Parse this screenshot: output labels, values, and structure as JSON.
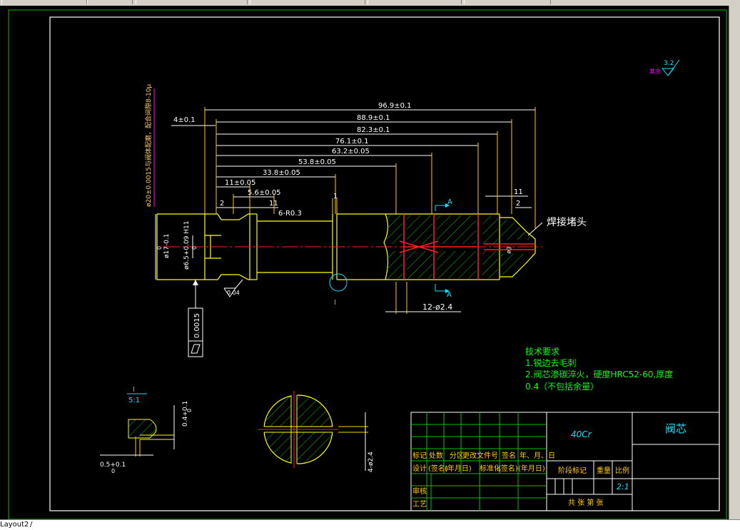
{
  "app": {
    "layout_tab": "Layout2",
    "layout_tab_sep": "/"
  },
  "title_block": {
    "part_name": "阀芯",
    "material": "40Cr",
    "scale": "2:1",
    "row_labels_1": [
      "标记",
      "处数",
      "分区",
      "更改文件号",
      "签名",
      "年、月、日"
    ],
    "row_labels_2": [
      "设计",
      "(签名)",
      "(年月日)",
      "标准化",
      "(签名)",
      "(年月日)"
    ],
    "stage_label": "阶段标记",
    "weight_label": "重量",
    "scale_label": "比例",
    "review_label": "审核",
    "process_label": "工艺",
    "sheets_label": "共  张  第  张"
  },
  "tech_requirements": {
    "title": "技术要求",
    "line1": "1.锐边去毛刺",
    "line2": "2.阀芯渗碳淬火，硬度HRC52-60,厚度",
    "line3": "0.4（不包括余量）"
  },
  "dimensions": {
    "d_969": "96.9±0.1",
    "d_889": "88.9±0.1",
    "d_823": "82.3±0.1",
    "d_761": "76.1±0.1",
    "d_632": "63.2±0.05",
    "d_538": "53.8±0.05",
    "d_338": "33.8±0.05",
    "d_11_005": "11±0.05",
    "d_56": "5.6±0.05",
    "d_11_left": "11",
    "d_11_right": "11",
    "d_2_left": "2",
    "d_2_right": "2",
    "d_1": "1",
    "d_4": "4±0.1",
    "r_note": "6-R0.3",
    "holes": "12-ø2.4",
    "weld_label": "焊接堵头",
    "flatness": "0.0015",
    "diam_note": "ø20±0.0015与阀体配磨，配合间隙8-10μ",
    "phi17": "ø17-0.1",
    "phi17_top": "0",
    "phi65": "ø6.5+0.09 H11",
    "phi65_bot": "0",
    "roughness_sym": "0.04",
    "section_a": "A",
    "phi3": "ø3",
    "rest_label": "其余",
    "rest_value": "3.2",
    "detail_label": "I",
    "detail_scale": "5:1",
    "detail_04": "0.4+0.1",
    "detail_04b": "0",
    "detail_05": "0.5+0.1",
    "detail_05b": "0",
    "detail_circle_label": "I",
    "section_4phi": "4-ø2.4"
  }
}
